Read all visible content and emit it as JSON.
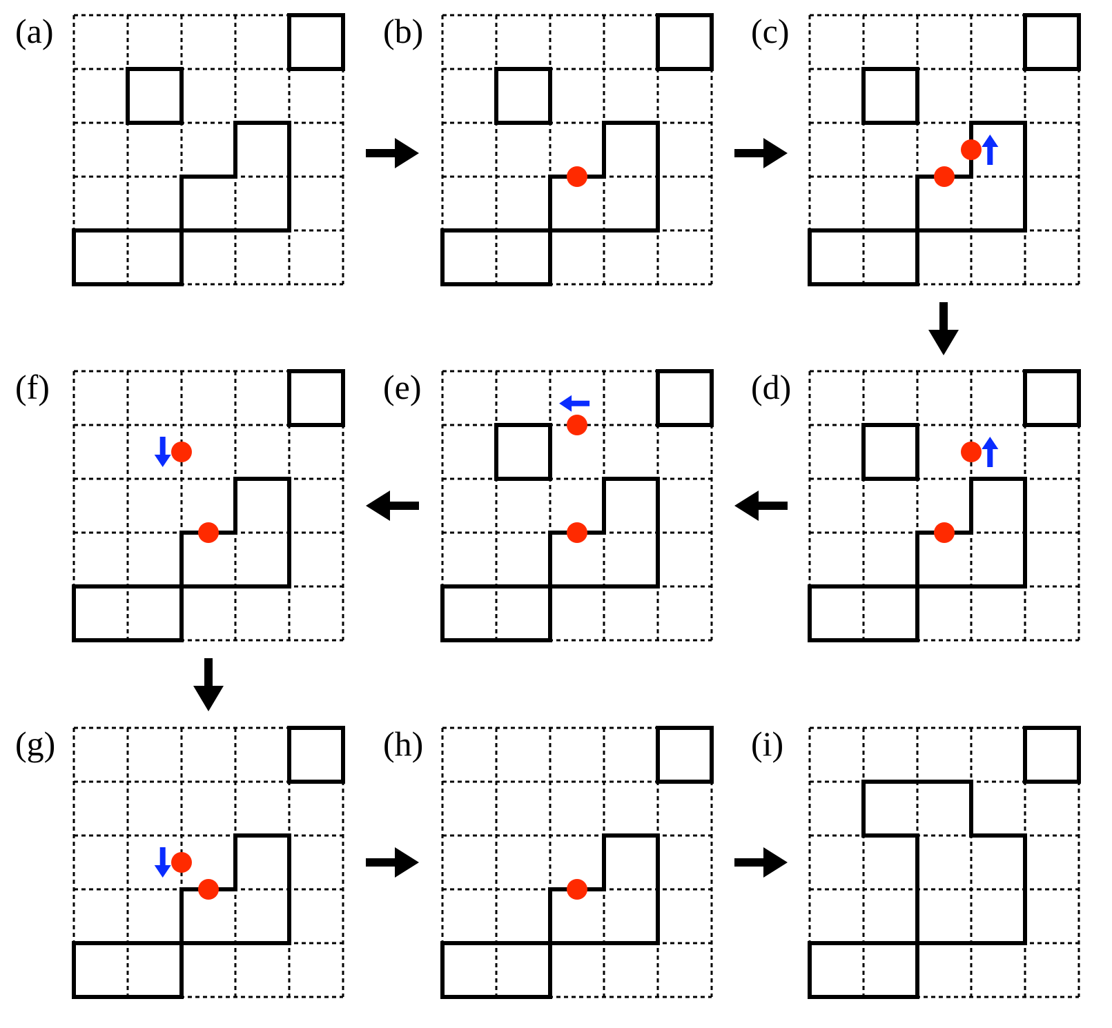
{
  "panels": [
    {
      "label": "(a)",
      "loops": [
        [
          [
            1,
            1
          ],
          [
            2,
            1
          ],
          [
            2,
            2
          ],
          [
            1,
            2
          ]
        ],
        [
          [
            4,
            0
          ],
          [
            5,
            0
          ],
          [
            5,
            1
          ],
          [
            4,
            1
          ]
        ],
        [
          [
            0,
            4
          ],
          [
            2,
            4
          ],
          [
            2,
            3
          ],
          [
            3,
            3
          ],
          [
            3,
            2
          ],
          [
            4,
            2
          ],
          [
            4,
            4
          ],
          [
            2,
            4
          ],
          [
            2,
            5
          ],
          [
            0,
            5
          ]
        ]
      ],
      "dots": [],
      "arrows": []
    },
    {
      "label": "(b)",
      "loops": [
        [
          [
            1,
            1
          ],
          [
            2,
            1
          ],
          [
            2,
            2
          ],
          [
            1,
            2
          ]
        ],
        [
          [
            4,
            0
          ],
          [
            5,
            0
          ],
          [
            5,
            1
          ],
          [
            4,
            1
          ]
        ],
        [
          [
            0,
            4
          ],
          [
            2,
            4
          ],
          [
            2,
            3
          ],
          [
            3,
            3
          ],
          [
            3,
            2
          ],
          [
            4,
            2
          ],
          [
            4,
            4
          ],
          [
            2,
            4
          ],
          [
            2,
            5
          ],
          [
            0,
            5
          ]
        ]
      ],
      "dots": [
        [
          2.5,
          3
        ]
      ],
      "arrows": []
    },
    {
      "label": "(c)",
      "loops": [
        [
          [
            1,
            1
          ],
          [
            2,
            1
          ],
          [
            2,
            2
          ],
          [
            1,
            2
          ]
        ],
        [
          [
            4,
            0
          ],
          [
            5,
            0
          ],
          [
            5,
            1
          ],
          [
            4,
            1
          ]
        ],
        [
          [
            0,
            4
          ],
          [
            2,
            4
          ],
          [
            2,
            3
          ],
          [
            3,
            3
          ],
          [
            3,
            3
          ],
          [
            3,
            2
          ],
          [
            4,
            2
          ],
          [
            4,
            4
          ],
          [
            2,
            4
          ],
          [
            2,
            5
          ],
          [
            0,
            5
          ]
        ]
      ],
      "dots": [
        [
          2.5,
          3
        ],
        [
          3,
          2.5
        ]
      ],
      "arrows": [
        {
          "x": 3.35,
          "y": 2.5,
          "dir": "up"
        }
      ]
    },
    {
      "label": "(d)",
      "loops": [
        [
          [
            1,
            1
          ],
          [
            2,
            1
          ],
          [
            2,
            2
          ],
          [
            1,
            2
          ]
        ],
        [
          [
            4,
            0
          ],
          [
            5,
            0
          ],
          [
            5,
            1
          ],
          [
            4,
            1
          ]
        ],
        [
          [
            0,
            4
          ],
          [
            2,
            4
          ],
          [
            2,
            3
          ],
          [
            3,
            3
          ],
          [
            3,
            3
          ],
          [
            3,
            2
          ],
          [
            4,
            2
          ],
          [
            4,
            4
          ],
          [
            2,
            4
          ],
          [
            2,
            5
          ],
          [
            0,
            5
          ]
        ]
      ],
      "dots": [
        [
          2.5,
          3
        ],
        [
          3,
          1.5
        ]
      ],
      "arrows": [
        {
          "x": 3.35,
          "y": 1.5,
          "dir": "up"
        }
      ]
    },
    {
      "label": "(e)",
      "loops": [
        [
          [
            1,
            1
          ],
          [
            2,
            1
          ],
          [
            2,
            2
          ],
          [
            1,
            2
          ]
        ],
        [
          [
            4,
            0
          ],
          [
            5,
            0
          ],
          [
            5,
            1
          ],
          [
            4,
            1
          ]
        ],
        [
          [
            0,
            4
          ],
          [
            2,
            4
          ],
          [
            2,
            3
          ],
          [
            3,
            3
          ],
          [
            3,
            3
          ],
          [
            3,
            2
          ],
          [
            4,
            2
          ],
          [
            4,
            4
          ],
          [
            2,
            4
          ],
          [
            2,
            5
          ],
          [
            0,
            5
          ]
        ]
      ],
      "dots": [
        [
          2.5,
          3
        ],
        [
          2.5,
          1
        ]
      ],
      "arrows": [
        {
          "x": 2.45,
          "y": 0.6,
          "dir": "left"
        }
      ]
    },
    {
      "label": "(f)",
      "loops": [
        [
          [
            4,
            0
          ],
          [
            5,
            0
          ],
          [
            5,
            1
          ],
          [
            4,
            1
          ]
        ],
        [
          [
            0,
            4
          ],
          [
            2,
            4
          ],
          [
            2,
            3
          ],
          [
            3,
            3
          ],
          [
            3,
            3
          ],
          [
            3,
            2
          ],
          [
            4,
            2
          ],
          [
            4,
            4
          ],
          [
            2,
            4
          ],
          [
            2,
            5
          ],
          [
            0,
            5
          ]
        ]
      ],
      "dots": [
        [
          2.5,
          3
        ],
        [
          2,
          1.5
        ]
      ],
      "arrows": [
        {
          "x": 1.65,
          "y": 1.5,
          "dir": "down"
        }
      ]
    },
    {
      "label": "(g)",
      "loops": [
        [
          [
            4,
            0
          ],
          [
            5,
            0
          ],
          [
            5,
            1
          ],
          [
            4,
            1
          ]
        ],
        [
          [
            0,
            4
          ],
          [
            2,
            4
          ],
          [
            2,
            3
          ],
          [
            3,
            3
          ],
          [
            3,
            3
          ],
          [
            3,
            2
          ],
          [
            4,
            2
          ],
          [
            4,
            4
          ],
          [
            2,
            4
          ],
          [
            2,
            5
          ],
          [
            0,
            5
          ]
        ]
      ],
      "dots": [
        [
          2.5,
          3
        ],
        [
          2,
          2.5
        ]
      ],
      "arrows": [
        {
          "x": 1.65,
          "y": 2.5,
          "dir": "down"
        }
      ]
    },
    {
      "label": "(h)",
      "loops": [
        [
          [
            4,
            0
          ],
          [
            5,
            0
          ],
          [
            5,
            1
          ],
          [
            4,
            1
          ]
        ],
        [
          [
            0,
            4
          ],
          [
            2,
            4
          ],
          [
            2,
            3
          ],
          [
            3,
            3
          ],
          [
            3,
            3
          ],
          [
            3,
            2
          ],
          [
            4,
            2
          ],
          [
            4,
            4
          ],
          [
            2,
            4
          ],
          [
            2,
            5
          ],
          [
            0,
            5
          ]
        ]
      ],
      "dots": [
        [
          2.5,
          3
        ]
      ],
      "arrows": []
    },
    {
      "label": "(i)",
      "loops": [
        [
          [
            4,
            0
          ],
          [
            5,
            0
          ],
          [
            5,
            1
          ],
          [
            4,
            1
          ]
        ],
        [
          [
            0,
            4
          ],
          [
            2,
            4
          ],
          [
            2,
            2
          ],
          [
            1,
            2
          ],
          [
            1,
            1
          ],
          [
            3,
            1
          ],
          [
            3,
            2
          ],
          [
            4,
            2
          ],
          [
            4,
            4
          ],
          [
            2,
            4
          ],
          [
            2,
            5
          ],
          [
            0,
            5
          ]
        ]
      ],
      "dots": [],
      "arrows": []
    }
  ],
  "colors": {
    "loop": "#000000",
    "grid": "#000000",
    "dot": "#ff2a00",
    "small_arrow": "#0a2cff",
    "flow_arrow": "#000000"
  }
}
